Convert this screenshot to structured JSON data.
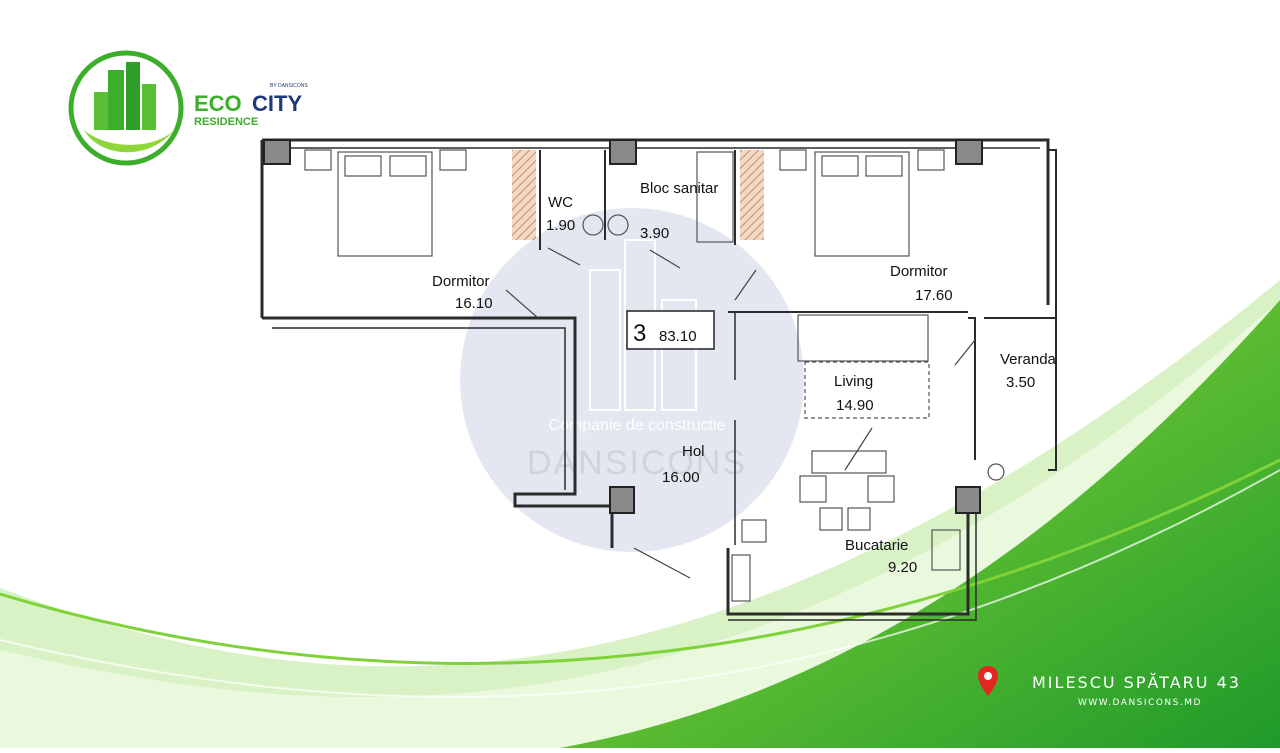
{
  "brand": {
    "name_eco": "ECO",
    "name_city": "CITY",
    "name_residence": "RESIDENCE",
    "tagline": "BY DANSICONS",
    "colors": {
      "green": "#3dae2b",
      "navy": "#1f3a7a",
      "light_green": "#8fd63a"
    }
  },
  "plan": {
    "rooms_count": "3",
    "total_area": "83.10",
    "rooms": [
      {
        "name": "Dormitor",
        "area": "16.10"
      },
      {
        "name": "WC",
        "area": "1.90"
      },
      {
        "name": "Bloc sanitar",
        "area": "3.90"
      },
      {
        "name": "Dormitor",
        "area": "17.60"
      },
      {
        "name": "Veranda",
        "area": "3.50"
      },
      {
        "name": "Living",
        "area": "14.90"
      },
      {
        "name": "Hol",
        "area": "16.00"
      },
      {
        "name": "Bucatarie",
        "area": "9.20"
      }
    ],
    "watermark_text": "Companie de constructie",
    "watermark_brand": "DANSICONS"
  },
  "footer": {
    "address": "MILESCU SPĂTARU 43",
    "website": "WWW.DANSICONS.MD",
    "icons": {
      "location": "map-pin-icon"
    }
  }
}
